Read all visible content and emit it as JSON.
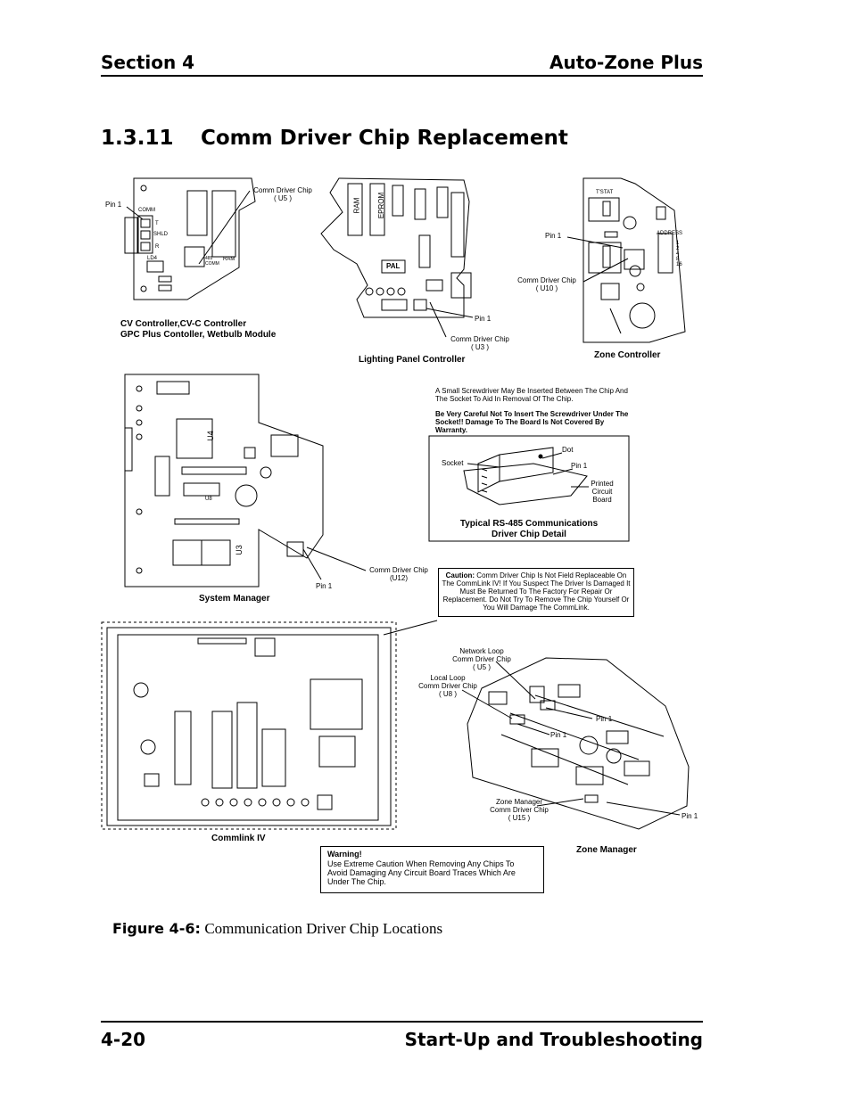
{
  "header": {
    "section": "Section 4",
    "product": "Auto-Zone Plus"
  },
  "title": {
    "number": "1.3.11",
    "text": "Comm Driver Chip Replacement"
  },
  "figure": {
    "cv": {
      "pin": "Pin 1",
      "chip": "Comm Driver Chip",
      "chip_id": "( U5 )",
      "comm": "COMM",
      "shld": "SHLD",
      "t": "T",
      "r": "R",
      "ld4": "LD4",
      "comm485": "485 COMM",
      "ram": "RAM",
      "caption_line1": "CV Controller,CV-C Controller",
      "caption_line2": "GPC Plus Contoller, Wetbulb Module"
    },
    "lighting": {
      "ram": "RAM",
      "eprom": "EPROM",
      "pal": "PAL",
      "pin": "Pin 1",
      "chip": "Comm Driver Chip",
      "chip_id": "( U3 )",
      "caption": "Lighting Panel Controller"
    },
    "zone": {
      "tstat": "T'STAT",
      "address": "ADDRESS",
      "address_values": "1 2 4 8 16",
      "pin": "Pin 1",
      "chip": "Comm Driver Chip",
      "chip_id": "( U10 )",
      "caption": "Zone Controller"
    },
    "detail": {
      "note1": "A Small Screwdriver May Be Inserted Between The Chip And The Socket To Aid In Removal Of The Chip.",
      "note2": "Be Very Careful Not To Insert The Screwdriver Under The Socket!! Damage To The Board Is Not Covered By Warranty.",
      "dot": "Dot",
      "socket": "Socket",
      "pin": "Pin 1",
      "pcb": "Printed Circuit Board",
      "caption_line1": "Typical RS-485 Communications",
      "caption_line2": "Driver Chip Detail"
    },
    "system_manager": {
      "chip": "Comm Driver Chip",
      "chip_id": "(U12)",
      "pin": "Pin 1",
      "u8": "U8",
      "u4": "U4",
      "u3": "U3",
      "caption": "System Manager"
    },
    "caution": {
      "label": "Caution:",
      "text": "Comm Driver Chip Is Not Field  Replaceable On The CommLink IV! If You Suspect The Driver Is Damaged It Must Be Returned To The Factory For Repair Or Replacement. Do Not Try To Remove The Chip Yourself Or You Will Damage The CommLink."
    },
    "commlink": {
      "caption": "Commlink IV"
    },
    "zone_manager": {
      "network_label": "Network Loop",
      "network_chip": "Comm Driver Chip",
      "network_id": "( U5 )",
      "local_label": "Local Loop",
      "local_chip": "Comm Driver Chip",
      "local_id": "( U8 )",
      "pin_a": "Pin 1",
      "pin_b": "Pin 1",
      "pin_c": "Pin 1",
      "zm_label": "Zone Manager",
      "zm_chip": "Comm Driver Chip",
      "zm_id": "( U15 )",
      "caption": "Zone Manager"
    },
    "warning": {
      "label": "Warning!",
      "text": "Use Extreme Caution When Removing Any Chips To Avoid Damaging Any Circuit Board Traces Which Are Under The Chip."
    }
  },
  "figure_caption": {
    "label": "Figure 4-6:",
    "text": "Communication Driver Chip Locations"
  },
  "footer": {
    "page": "4-20",
    "chapter": "Start-Up and Troubleshooting"
  }
}
